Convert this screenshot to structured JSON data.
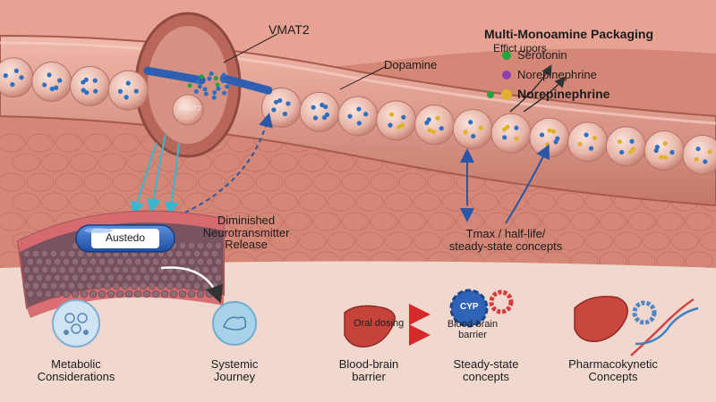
{
  "labels": {
    "vmat2": "VMAT2",
    "vmat2_vesicle": "VMAT2",
    "dopamine": "Dopamine",
    "multi_title": "Multi-Monoamine Packaging",
    "effect": "Effict upors",
    "diminished": [
      "Diminished",
      "Neurotransmitter",
      "Release"
    ],
    "pill": "Austedo",
    "tmax": [
      "Tmax / half-life/",
      "steady-state concepts"
    ],
    "oral_dosing": "Oral dosing",
    "cyp": "CYP",
    "bbb_gear": [
      "Blood-brain",
      "barrier"
    ]
  },
  "legend": [
    {
      "label": "Serotonin",
      "color": "#22a63a"
    },
    {
      "label": "Norepinephrine",
      "color": "#8e3fb0"
    },
    {
      "label": "Norepinephrine",
      "color": "#e0b12a"
    }
  ],
  "bottom_items": [
    {
      "lines": [
        "Metabolic",
        "Considerations"
      ],
      "icon": "molecule-icon"
    },
    {
      "lines": [
        "Systemic",
        "Journey"
      ],
      "icon": "body-circulation-icon"
    },
    {
      "lines": [
        "Blood-brain",
        "barrier"
      ],
      "icon": "liver-icon"
    },
    {
      "lines": [
        "Steady-state",
        "concepts"
      ],
      "icon": "cyp-gear-icon"
    },
    {
      "lines": [
        "Pharmacokynetic",
        "Concepts"
      ],
      "icon": "liver-dna-icon"
    }
  ],
  "colors": {
    "tissue": "#d9897c",
    "vesicle": "#e9c0b4",
    "dopamine": "#2f6fc0",
    "pill": "#2f69c2",
    "background": "#f3d9cf"
  }
}
